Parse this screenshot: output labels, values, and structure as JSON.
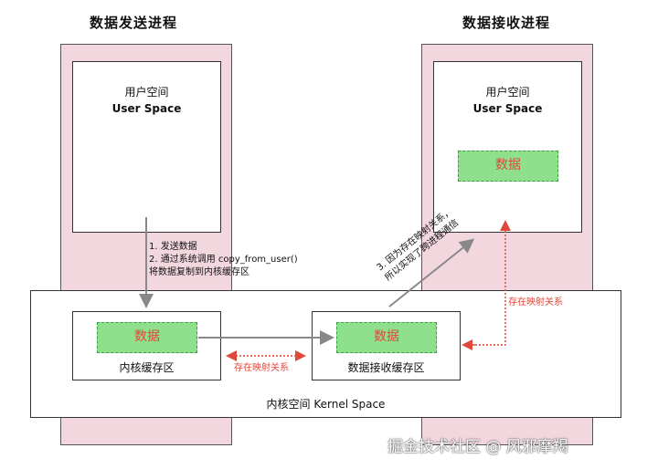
{
  "sender": {
    "title": "数据发送进程",
    "user_space_cn": "用户空间",
    "user_space_en": "User Space"
  },
  "receiver": {
    "title": "数据接收进程",
    "user_space_cn": "用户空间",
    "user_space_en": "User Space",
    "data_label": "数据"
  },
  "kernel": {
    "label": "内核空间 Kernel Space",
    "buffer_label": "内核缓存区",
    "buffer_data_label": "数据",
    "recv_buffer_label": "数据接收缓存区",
    "recv_buffer_data_label": "数据"
  },
  "steps": {
    "step1": "1.  发送数据",
    "step2": "2.  通过系统调用 copy_from_user()",
    "step2_cont": "将数据复制到内核缓存区",
    "step3_line1": "3. 因为存在映射关系，",
    "step3_line2": "所以实现了跨进程通信"
  },
  "mapping": {
    "kernel_mapping_label": "存在映射关系",
    "user_mapping_label": "存在映射关系"
  },
  "watermark": "掘金技术社区 @ 风邪摩羯",
  "colors": {
    "process_bg": "#f3d7de",
    "data_green": "#8fe08d",
    "data_text_red": "#e0483a",
    "arrow_gray": "#888888",
    "mapping_red": "#e0483a"
  }
}
